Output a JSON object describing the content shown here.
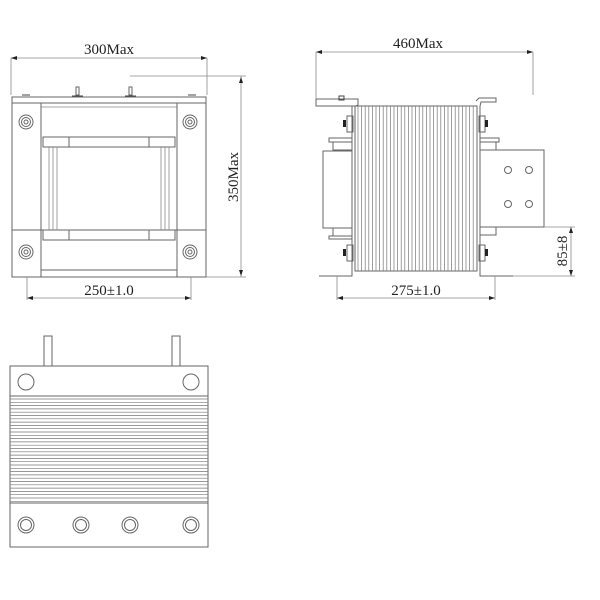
{
  "drawing": {
    "subject": "Transformer / reactor outline drawing",
    "front_view": {
      "width_label": "300Max",
      "height_label": "350Max",
      "mount_spacing_label": "250±1.0"
    },
    "side_view": {
      "width_label": "460Max",
      "mount_spacing_label": "275±1.0",
      "terminal_height_label": "85±8"
    },
    "top_view": {
      "terminal_count": 4,
      "mounting_holes": 2,
      "studs": 2
    },
    "colors": {
      "line": "#666666",
      "text": "#222222",
      "background": "#ffffff"
    }
  }
}
